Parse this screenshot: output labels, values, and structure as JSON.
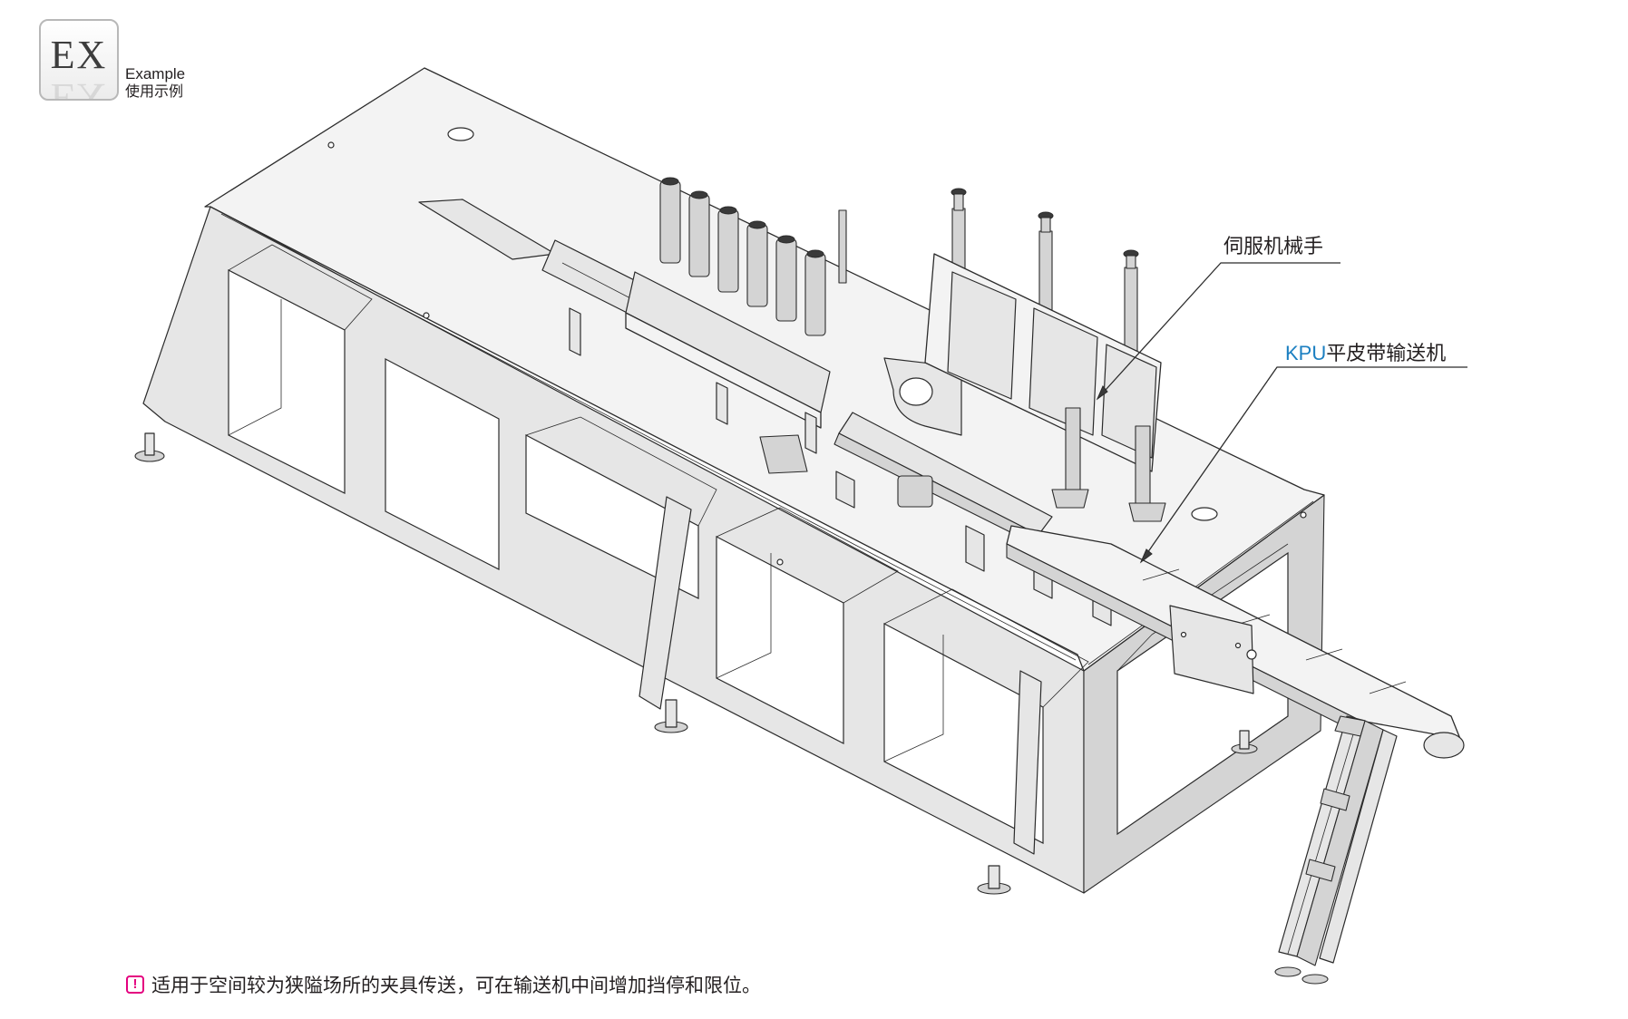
{
  "badge": {
    "mark": "EX",
    "label_en": "Example",
    "label_cn": "使用示例",
    "icon": "ex-example-badge-icon"
  },
  "callouts": {
    "servo_manipulator": "伺服机械手",
    "conveyor_brand": "KPU",
    "conveyor_name": "平皮带输送机",
    "conveyor_brand_color": "#1b7fc1"
  },
  "note": {
    "icon": "exclamation-icon",
    "icon_glyph": "!",
    "icon_color": "#e4007f",
    "text": "适用于空间较为狭隘场所的夹具传送，可在输送机中间增加挡停和限位。"
  },
  "colors": {
    "line": "#2b2b2b",
    "surface_light": "#f3f3f3",
    "surface_mid": "#e6e6e6",
    "surface_dark": "#d6d6d6"
  }
}
